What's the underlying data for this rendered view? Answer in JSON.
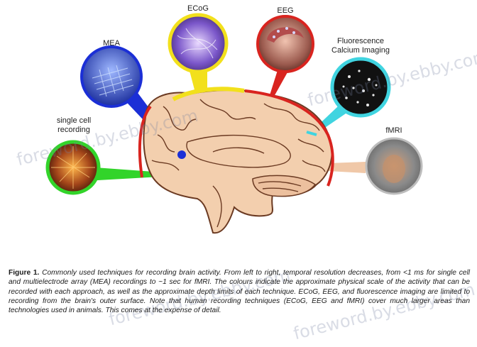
{
  "labels": {
    "mea": "MEA",
    "ecog": "ECoG",
    "eeg": "EEG",
    "fluorescence": "Fluorescence\nCalcium Imaging",
    "single_cell": "single cell\nrecording",
    "fmri": "fMRI"
  },
  "caption": {
    "figure_label": "Figure 1.",
    "text": "Commonly used techniques for recording brain activity. From left to right, temporal resolution decreases, from <1 ms for single cell and multielectrode array (MEA) recordings to ~1 sec for fMRI. The colours indicate the approximate physical scale of the activity that can be recorded with each approach, as well as the approximate depth limits of each technique. ECoG, EEG, and fluorescence imaging are limited to recording from the brain's outer surface. Note that human recording techniques (ECoG, EEG and fMRI) cover much larger areas than technologies used in animals. This comes at the expense of detail."
  },
  "watermarks": [
    "foreword.by.ebby.com",
    "foreword.by.ebby.com",
    "foreword.by.ebby.com",
    "foreword.by.ebby.com"
  ],
  "colors": {
    "ecog": "#f2e01c",
    "eeg": "#d9241f",
    "mea": "#1b2fd6",
    "single_cell": "#32d42a",
    "fluorescence": "#40d4e0",
    "fmri": "#f0c8a8",
    "brain": "#f3cfae",
    "brain_outline": "#6b3a22"
  }
}
